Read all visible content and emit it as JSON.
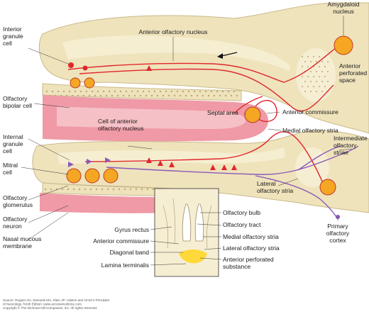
{
  "colors": {
    "tissue_fill": "#efe3bc",
    "tissue_edge": "#c9b98a",
    "mucosa_pink": "#ef9aa6",
    "mucosa_light": "#f8c9cf",
    "nerve_red": "#e0262b",
    "nerve_purple": "#8a59b8",
    "cell_orange": "#f5a623",
    "cell_border": "#c0392b",
    "yellow_region": "#ffd83a"
  },
  "labels": {
    "amygdaloid_nucleus": [
      "Amygdaloid",
      "nucleus"
    ],
    "anterior_olfactory_nucleus": [
      "Anterior olfactory nucleus"
    ],
    "interior_granule_cell": [
      "Interior",
      "granule",
      "cell"
    ],
    "anterior_perforated_space": [
      "Anterior",
      "perforated",
      "space"
    ],
    "olfactory_bipolar_cell": [
      "Olfactory",
      "bipolar cell"
    ],
    "septal_area": [
      "Septal area"
    ],
    "anterior_commissure": [
      "Anterior commissure"
    ],
    "cell_of_anterior_olfactory_nucleus": [
      "Cell of anterior",
      "olfactory nucleus"
    ],
    "medial_olfactory_stria": [
      "Medial olfactory stria"
    ],
    "internal_granule_cell": [
      "Internal",
      "granule",
      "cell"
    ],
    "intermediate_olfactory_striae": [
      "Intermediate",
      "olfactory",
      "striae"
    ],
    "mitral_cell": [
      "Mitral",
      "cell"
    ],
    "lateral_olfactory_stria": [
      "Lateral",
      "olfactory stria"
    ],
    "olfactory_glomerulus": [
      "Olfactory",
      "glomerulus"
    ],
    "olfactory_neuron": [
      "Olfactory",
      "neuron"
    ],
    "primary_olfactory_cortex": [
      "Primary",
      "olfactory",
      "cortex"
    ],
    "nasal_mucous_membrane": [
      "Nasal mucous",
      "membrane"
    ],
    "inset_olfactory_bulb": [
      "Olfactory bulb"
    ],
    "inset_olfactory_tract": [
      "Olfactory tract"
    ],
    "inset_gyrus_rectus": [
      "Gyrus rectus"
    ],
    "inset_medial_olfactory_stria": [
      "Medial olfactory stria"
    ],
    "inset_anterior_commissure": [
      "Anterior commissure"
    ],
    "inset_lateral_olfactory_stria": [
      "Lateral olfactory stria"
    ],
    "inset_diagonal_band": [
      "Diagonal band"
    ],
    "inset_anterior_perforated_substance": [
      "Anterior perforated",
      "substance"
    ],
    "inset_lamina_terminalis": [
      "Lamina terminalis"
    ]
  },
  "source_note": [
    "Source: Ropper AH, Samuels MA, Klein JP: Adams and Victor's Principles",
    "of Neurology, Tenth Edition: www.accessmedicine.com",
    "Copyright © The McGraw-Hill Companies, Inc. All rights reserved."
  ]
}
